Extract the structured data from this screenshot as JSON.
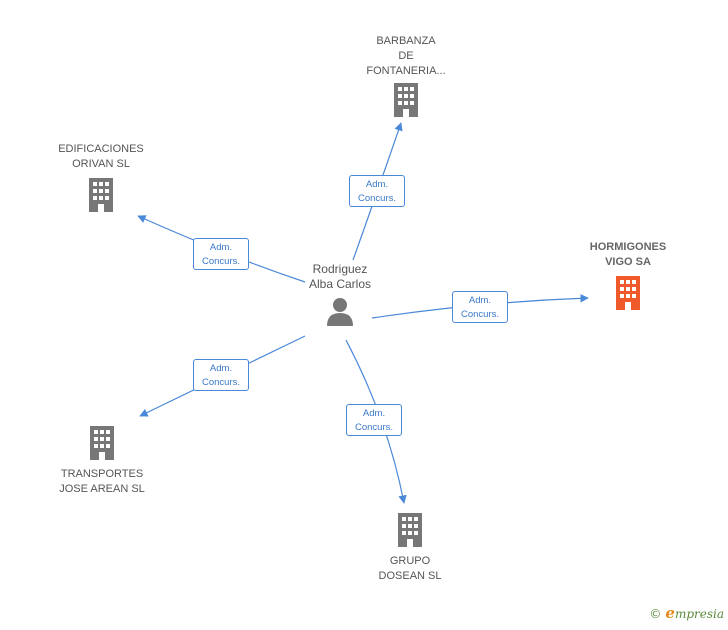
{
  "center": {
    "name": "Rodriguez\nAlba Carlos"
  },
  "companies": [
    {
      "id": "barbanza",
      "name": "BARBANZA\nDE\nFONTANERIA...",
      "highlighted": false
    },
    {
      "id": "edificaciones",
      "name": "EDIFICACIONES\nORIVAN SL",
      "highlighted": false
    },
    {
      "id": "hormigones",
      "name": "HORMIGONES\nVIGO SA",
      "highlighted": true
    },
    {
      "id": "transportes",
      "name": "TRANSPORTES\nJOSE AREAN SL",
      "highlighted": false
    },
    {
      "id": "grupo",
      "name": "GRUPO\nDOSEAN SL",
      "highlighted": false
    }
  ],
  "relations": [
    {
      "line1": "Adm.",
      "line2": "Concurs."
    },
    {
      "line1": "Adm.",
      "line2": "Concurs."
    },
    {
      "line1": "Adm.",
      "line2": "Concurs."
    },
    {
      "line1": "Adm.",
      "line2": "Concurs."
    },
    {
      "line1": "Adm.",
      "line2": "Concurs."
    }
  ],
  "colors": {
    "edge": "#4a88d8",
    "building": "#777777",
    "building_focus": "#f05a2a",
    "person": "#777777"
  },
  "brand": {
    "copyright": "©",
    "initial": "e",
    "rest": "mpresia"
  }
}
